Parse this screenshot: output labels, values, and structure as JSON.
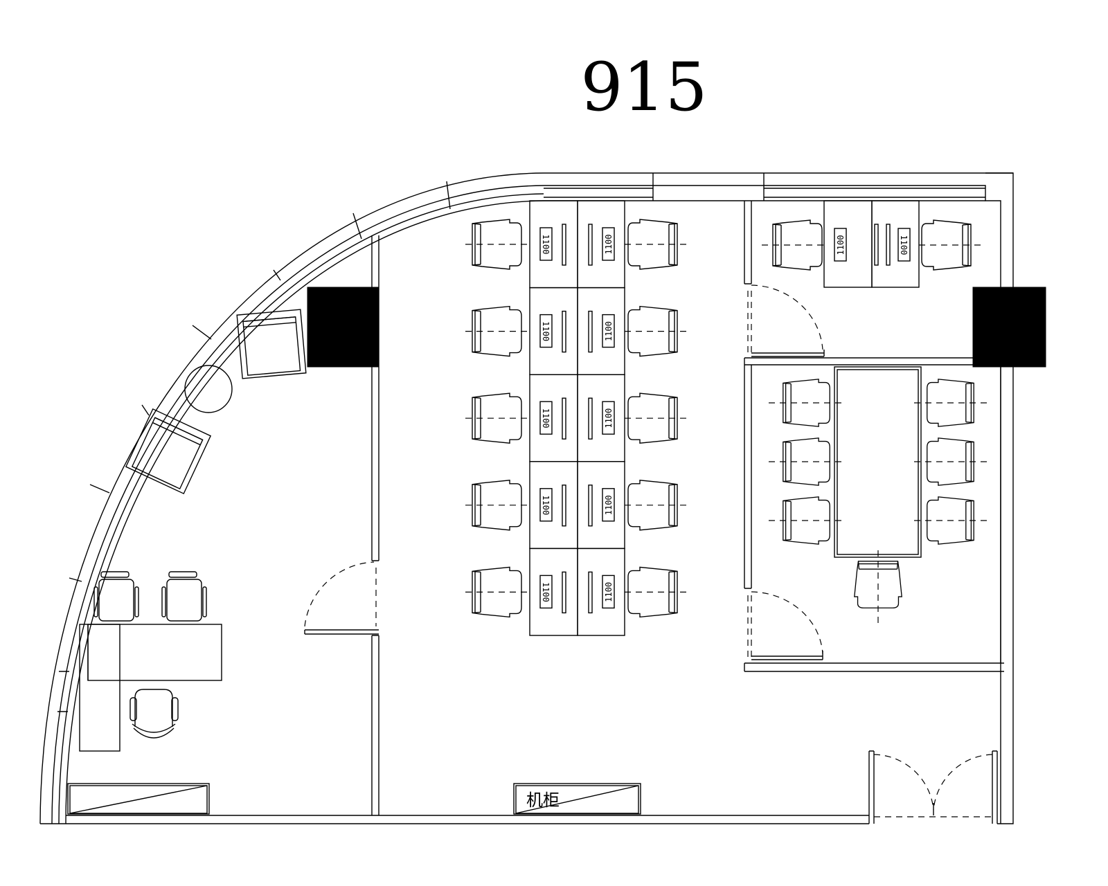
{
  "plan": {
    "title": "915",
    "desk_label": "1100",
    "cabinet_label": "机柜",
    "workstation_rows": 5,
    "meeting_table_chairs_per_side": 3
  }
}
